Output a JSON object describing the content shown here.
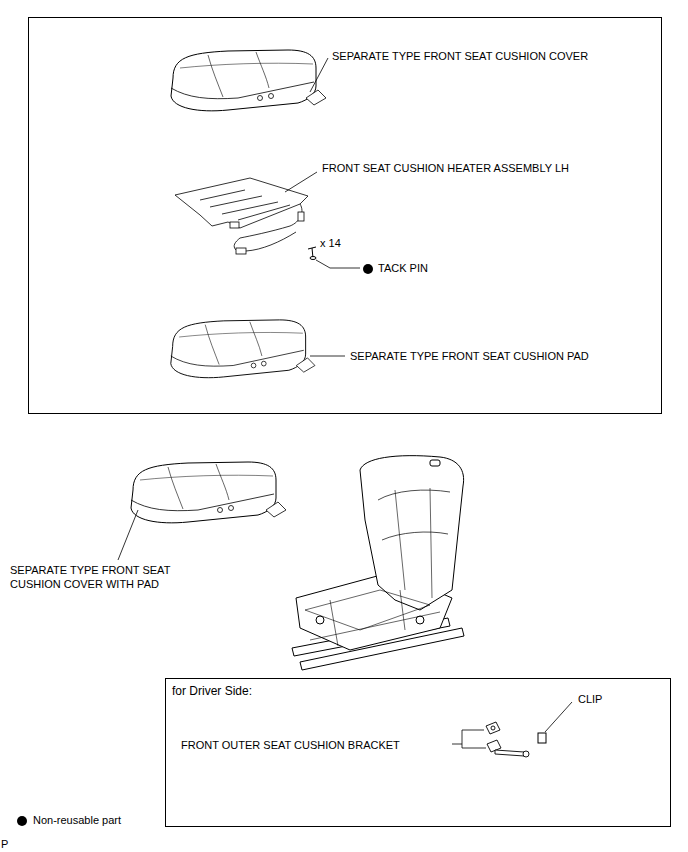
{
  "diagram": {
    "nodes": [
      {
        "text": [
          "for Driver Side:"
        ]
      }
    ],
    "labels": [
      "SEPARATE TYPE FRONT SEAT CUSHION COVER",
      "FRONT SEAT CUSHION HEATER ASSEMBLY LH",
      "x 14",
      "TACK PIN",
      "SEPARATE TYPE FRONT SEAT CUSHION PAD",
      "SEPARATE TYPE FRONT SEAT CUSHION COVER WITH PAD",
      "CLIP",
      "FRONT OUTER SEAT CUSHION BRACKET",
      "P"
    ],
    "legend": [
      {
        "text": "Non-reusable part"
      }
    ]
  }
}
